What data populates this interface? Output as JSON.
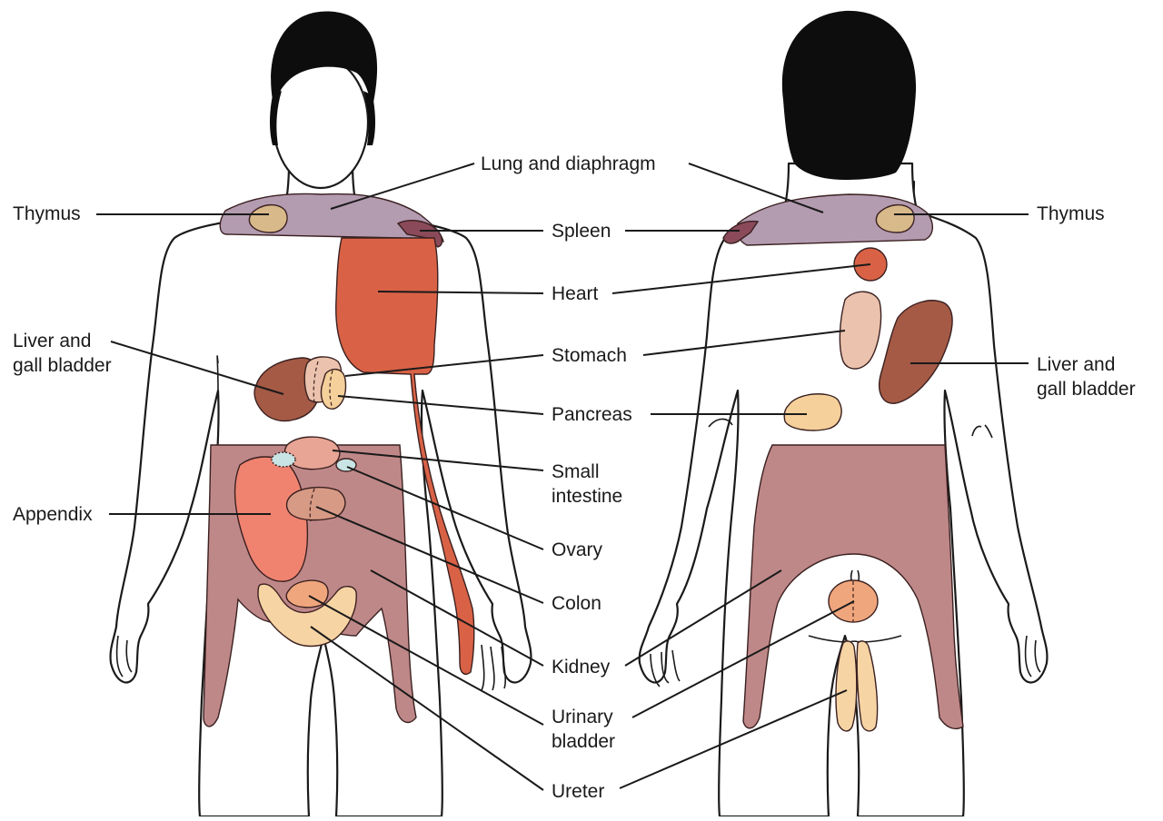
{
  "colors": {
    "lung_diaphragm": "#b39bb0",
    "spleen": "#8a4a5a",
    "heart": "#d96246",
    "liver": "#a55a45",
    "stomach": "#ebc2ad",
    "pancreas": "#f5d09a",
    "small_intestine": "#e8a494",
    "ovary": "#c9e4e4",
    "colon": "#d79a85",
    "kidney": "#bf8888",
    "appendix": "#ef8370",
    "urinary_bladder": "#f0a67c",
    "ureter": "#f7d4a4",
    "thymus": "#d8b98a",
    "hair": "#0d0d0d"
  },
  "labels": {
    "thymus_left": "Thymus",
    "thymus_right": "Thymus",
    "lung_and_diaphragm": "Lung and diaphragm",
    "spleen": "Spleen",
    "heart": "Heart",
    "liver_left_line1": "Liver and",
    "liver_left_line2": "gall bladder",
    "liver_right_line1": "Liver and",
    "liver_right_line2": "gall bladder",
    "stomach": "Stomach",
    "pancreas": "Pancreas",
    "small_intestine_line1": "Small",
    "small_intestine_line2": "intestine",
    "appendix": "Appendix",
    "ovary": "Ovary",
    "colon": "Colon",
    "kidney": "Kidney",
    "urinary_bladder_line1": "Urinary",
    "urinary_bladder_line2": "bladder",
    "ureter": "Ureter"
  },
  "figures": {
    "left": "anterior",
    "right": "posterior"
  }
}
